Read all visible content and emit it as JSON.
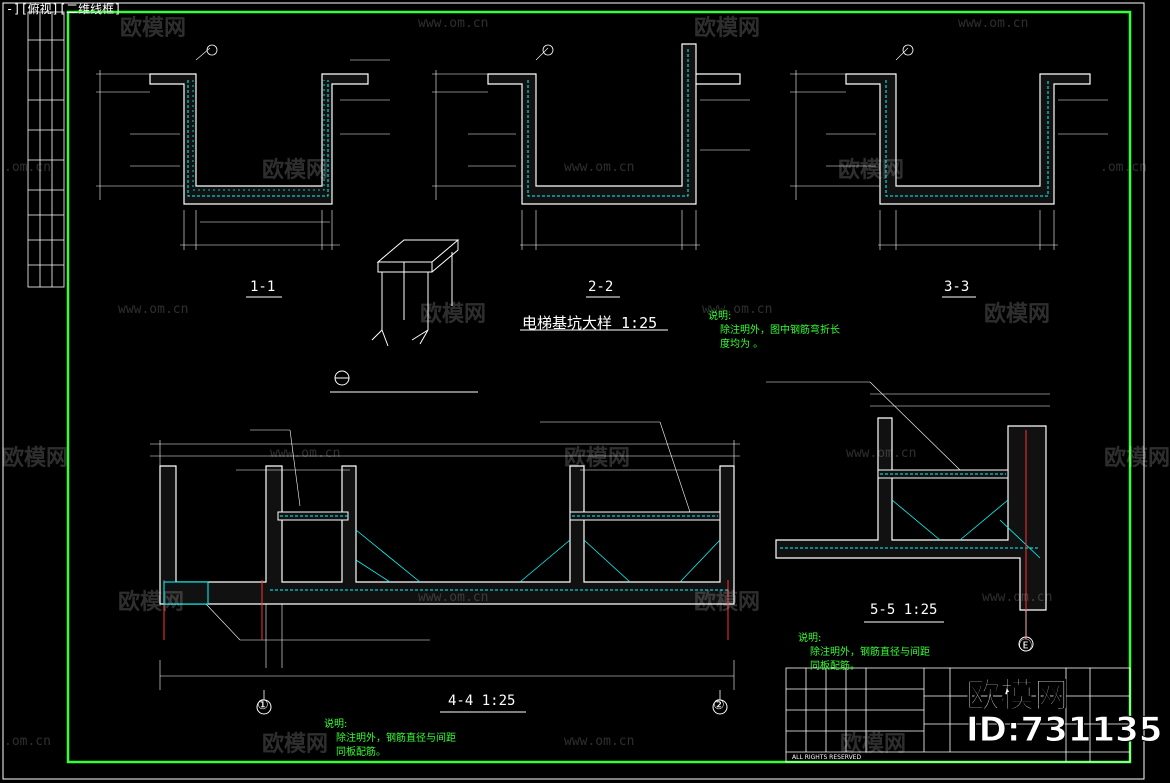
{
  "toolbar": {
    "label": "-][俯视][二维线框]"
  },
  "titles": {
    "section_1": "1-1",
    "section_2": "2-2",
    "section_3": "3-3",
    "main_title": "电梯基坑大样 1:25",
    "section_4": "4-4  1:25",
    "section_5": "5-5  1:25"
  },
  "axis_markers": {
    "a1": "①",
    "a2": "②",
    "e": "Ⓔ"
  },
  "notes": {
    "note1_title": "说明:",
    "note1_line1": "除注明外，图中钢筋弯折长",
    "note1_line2": "度均为      。",
    "note2_title": "说明:",
    "note2_line1": "除注明外，钢筋直径与间距",
    "note2_line2": "同板配筋。",
    "note3_title": "说明:",
    "note3_line1": "除注明外，钢筋直径与间距",
    "note3_line2": "同板配筋。"
  },
  "watermark": {
    "brand": "欧模网",
    "url": "www.om.cn",
    "url_short": ".om.cn"
  },
  "id_tag": "ID:731135",
  "brand_tag": "欧模网",
  "title_block": {
    "copyright": "ALL RIGHTS RESERVED"
  },
  "colors": {
    "frame": "#33ff33",
    "concrete": "#ffffff",
    "rebar": "#00ffff",
    "dim": "#ffffff",
    "axis": "#ff3333"
  }
}
